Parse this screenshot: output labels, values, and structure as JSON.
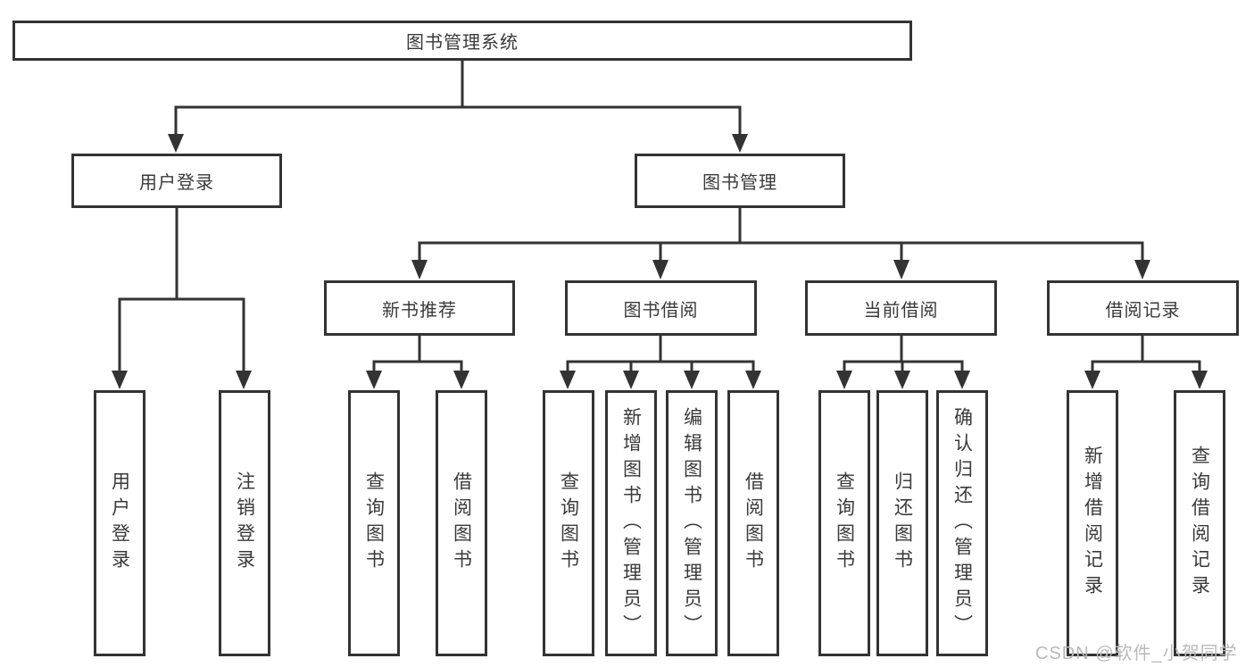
{
  "tree": {
    "root": {
      "label": "图书管理系统"
    },
    "user": {
      "label": "用户登录",
      "children": [
        {
          "label": "用户登录"
        },
        {
          "label": "注销登录"
        }
      ]
    },
    "book": {
      "label": "图书管理",
      "children": [
        {
          "label": "新书推荐",
          "children": [
            {
              "label": "查询图书"
            },
            {
              "label": "借阅图书"
            }
          ]
        },
        {
          "label": "图书借阅",
          "children": [
            {
              "label": "查询图书"
            },
            {
              "label": "新增图书（管理员）"
            },
            {
              "label": "编辑图书（管理员）"
            },
            {
              "label": "借阅图书"
            }
          ]
        },
        {
          "label": "当前借阅",
          "children": [
            {
              "label": "查询图书"
            },
            {
              "label": "归还图书"
            },
            {
              "label": "确认归还（管理员）"
            }
          ]
        },
        {
          "label": "借阅记录",
          "children": [
            {
              "label": "新增借阅记录"
            },
            {
              "label": "查询借阅记录"
            }
          ]
        }
      ]
    }
  },
  "watermark": {
    "text": "CSDN @软件_小贺同学"
  },
  "colors": {
    "line": "#333333",
    "text": "#3a3a3a",
    "background": "#ffffff",
    "watermark": "#b9b9b9"
  }
}
